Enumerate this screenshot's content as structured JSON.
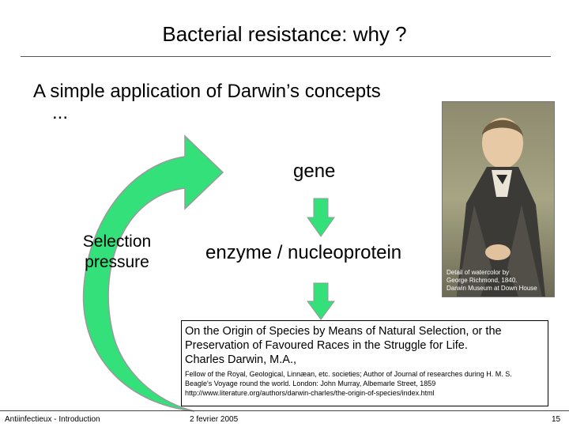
{
  "slide": {
    "title": "Bacterial resistance: why ?",
    "subtitle": "A simple application of Darwin’s concepts",
    "ellipsis": "...",
    "gene": "gene",
    "enzyme": "enzyme / nucleoprotein",
    "selection": "Selection pressure",
    "portrait_caption": [
      "Detail of watercolor by",
      "George Richmond, 1840.",
      "Darwin Museum at Down House"
    ],
    "quote": {
      "line1": "On the Origin of Species by Means of Natural Selection, or the",
      "line2": "Preservation of Favoured Races in the Struggle for Life.",
      "line3": "Charles Darwin, M.A.,",
      "small1": "Fellow of the Royal, Geological, Linnæan, etc. societies; Author of Journal of researches during H. M. S.",
      "small2": "Beagle's Voyage round the world. London: John Murray, Albemarle Street, 1859",
      "small3": "http://www.literature.org/authors/darwin-charles/the-origin-of-species/index.html"
    }
  },
  "footer": {
    "left": "Antiinfectieux - Introduction",
    "center": "2 fevrier 2005",
    "page": "15"
  },
  "colors": {
    "arrow_green": "#33e07a",
    "arrow_outline": "#9a9a9a"
  },
  "icons": {
    "portrait": "darwin-portrait-icon",
    "cycle": "cycle-arrow-icon",
    "down_arrow": "down-arrow-icon"
  }
}
